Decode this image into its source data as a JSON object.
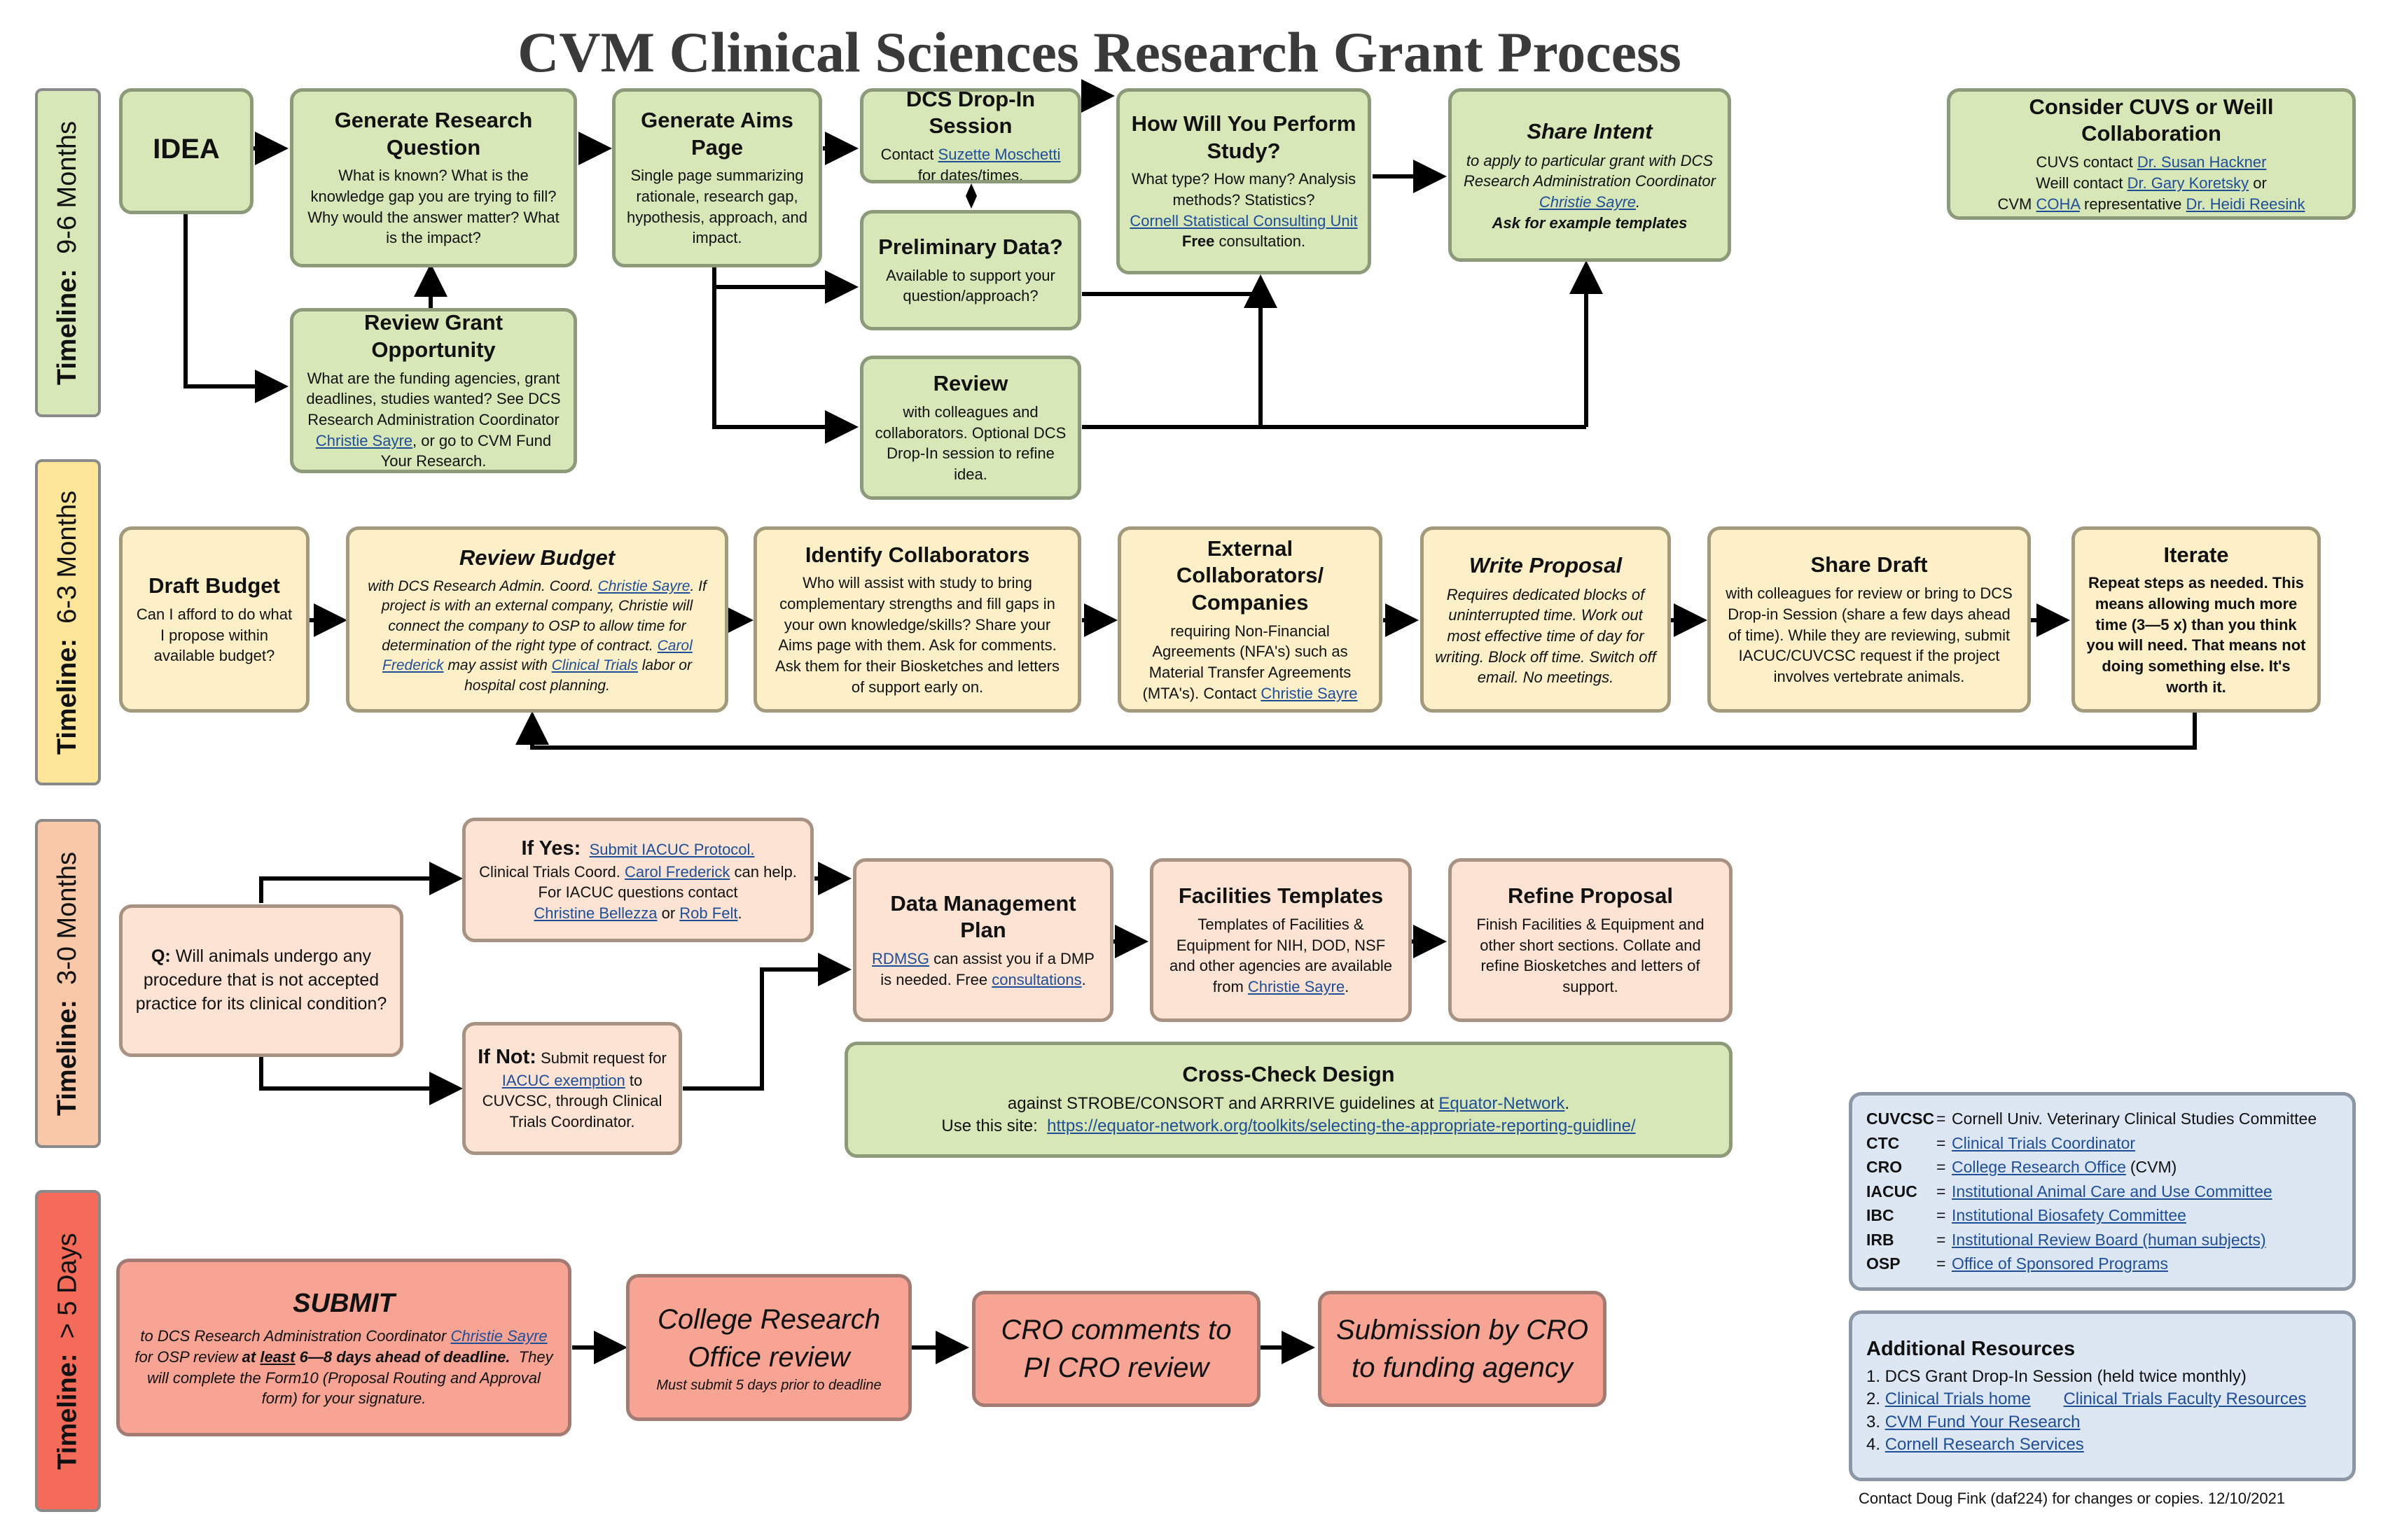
{
  "title": "CVM Clinical Sciences Research Grant Process",
  "timelines": [
    {
      "prefix": "Timeline:",
      "range": "9-6 Months",
      "color": "#d8e7b8"
    },
    {
      "prefix": "Timeline:",
      "range": "6-3 Months",
      "color": "#fde59a"
    },
    {
      "prefix": "Timeline:",
      "range": "3-0 Months",
      "color": "#f9c8a9"
    },
    {
      "prefix": "Timeline:",
      "range": "> 5 Days",
      "color": "#f56b5a"
    }
  ],
  "phase1": {
    "idea": "IDEA",
    "generate_question": {
      "title": "Generate Research Question",
      "body": "What is known?  What is the knowledge gap you are trying to fill?  Why would the answer matter?  What is the impact?"
    },
    "review_grant": {
      "title": "Review Grant Opportunity",
      "body1": "What are the funding agencies, grant deadlines, studies wanted?  See DCS Research Administration Coordinator",
      "link": "Christie Sayre",
      "body2": ", or go to CVM Fund Your Research."
    },
    "aims_page": {
      "title": "Generate Aims Page",
      "body": "Single page summarizing rationale, research gap, hypothesis, approach, and impact."
    },
    "drop_in": {
      "title": "DCS Drop-In Session",
      "pre": "Contact",
      "link": "Suzette Moschetti",
      "post": "for dates/times."
    },
    "preliminary": {
      "title": "Preliminary Data?",
      "body": "Available to support your question/approach?"
    },
    "review_colleagues": {
      "title": "Review",
      "body": "with colleagues and collaborators. Optional DCS Drop-In session to refine idea."
    },
    "perform_study": {
      "title": "How Will You Perform Study?",
      "body": "What type?  How many?  Analysis methods?  Statistics?",
      "link": "Cornell Statistical Consulting Unit",
      "free": "Free",
      "consult": "consultation."
    },
    "share_intent": {
      "title": "Share Intent",
      "body": "to apply to particular grant with DCS Research Administration Coordinator",
      "link": "Christie Sayre",
      "ask": "Ask for example templates"
    },
    "collab": {
      "title": "Consider CUVS or Weill Collaboration",
      "line1_pre": "CUVS contact",
      "line1_link": "Dr. Susan Hackner",
      "line2_pre": "Weill contact",
      "line2_link": "Dr. Gary Koretsky",
      "line2_post": "or",
      "line3_pre": "CVM",
      "line3_link1": "COHA",
      "line3_mid": "representative",
      "line3_link2": "Dr. Heidi Reesink"
    }
  },
  "phase2": {
    "draft_budget": {
      "title": "Draft Budget",
      "body": "Can I afford to do what I propose within available budget?"
    },
    "review_budget": {
      "title": "Review Budget",
      "b1": "with DCS Research Admin. Coord.",
      "link1": "Christie Sayre",
      "b2": "If project is with an external company, Christie will connect the company to OSP to allow time for determination of the right type of contract.",
      "link2": "Carol Frederick",
      "b3": "may assist with",
      "link3": "Clinical Trials",
      "b4": "labor or hospital cost planning."
    },
    "identify_collab": {
      "title": "Identify Collaborators",
      "body": "Who will assist with study to bring complementary strengths and fill gaps in your own knowledge/skills?  Share your Aims page with them.  Ask for comments.  Ask them for their Biosketches and letters of support early on."
    },
    "external_collab": {
      "title": "External Collaborators/ Companies",
      "body": "requiring Non-Financial Agreements (NFA's) such as Material Transfer Agreements (MTA's). Contact",
      "link": "Christie Sayre"
    },
    "write_proposal": {
      "title": "Write Proposal",
      "body": "Requires dedicated blocks of uninterrupted time.  Work out most effective time of day for writing.  Block off time.  Switch off email.  No meetings."
    },
    "share_draft": {
      "title": "Share Draft",
      "body": "with colleagues for review or bring to DCS Drop-in Session (share a few days ahead of time).  While they are reviewing, submit IACUC/CUVCSC request if the project involves vertebrate animals."
    },
    "iterate": {
      "title": "Iterate",
      "body": "Repeat steps as needed.  This means allowing much more time (3—5 x) than you think you will need.  That means not doing something  else.  It's worth it."
    }
  },
  "phase3": {
    "question": {
      "q": "Q:",
      "body": "Will animals undergo any procedure that is not accepted practice for its clinical condition?"
    },
    "if_yes": {
      "title": "If Yes:",
      "link1": "Submit IACUC Protocol.",
      "l2_pre": "Clinical Trials Coord.",
      "link2": "Carol Frederick",
      "l2_post": "can help.",
      "l3": "For IACUC questions contact",
      "link3": "Christine Bellezza",
      "or": "or",
      "link4": "Rob Felt",
      "dot": "."
    },
    "if_not": {
      "title": "If Not:",
      "b1": "Submit request for",
      "link": "IACUC exemption",
      "b2": "to CUVCSC, through Clinical Trials Coordinator."
    },
    "dmp": {
      "title": "Data Management Plan",
      "link1": "RDMSG",
      "b1": "can assist you if a DMP is needed.  Free",
      "link2": "consultations",
      "dot": "."
    },
    "facilities": {
      "title": "Facilities Templates",
      "body": "Templates of Facilities & Equipment for NIH, DOD, NSF and other agencies are available from",
      "link": "Christie Sayre",
      "dot": "."
    },
    "refine": {
      "title": "Refine Proposal",
      "body": "Finish Facilities & Equipment and other short sections.  Collate and refine Biosketches and letters of support."
    },
    "crosscheck": {
      "title": "Cross-Check Design",
      "l1": "against STROBE/CONSORT and ARRRIVE guidelines at",
      "link1": "Equator-Network",
      "dot": ".",
      "l2": "Use this site:",
      "link2": "https://equator-network.org/toolkits/selecting-the-appropriate-reporting-guidline/"
    }
  },
  "phase4": {
    "submit": {
      "title": "SUBMIT",
      "b1": "to DCS Research Administration Coordinator",
      "link": "Christie Sayre",
      "b2": "for OSP review",
      "b3": "at",
      "b4": "least",
      "b5": "6—8 days ahead of deadline.",
      "b6": "They will complete the Form10 (Proposal Routing and Approval form) for your signature."
    },
    "college_review": {
      "title": "College Research Office review",
      "note": "Must submit 5 days prior to deadline"
    },
    "cro_comments": {
      "title": "CRO comments to PI CRO review"
    },
    "submission": {
      "title": "Submission by CRO to funding agency"
    }
  },
  "legend": [
    {
      "abbr": "CUVCSC",
      "def": "Cornell Univ. Veterinary Clinical Studies Committee",
      "link": false
    },
    {
      "abbr": "CTC",
      "def": "Clinical Trials Coordinator",
      "link": true
    },
    {
      "abbr": "CRO",
      "def": "College Research Office",
      "suffix": "(CVM)",
      "link": true
    },
    {
      "abbr": "IACUC",
      "def": "Institutional Animal Care and Use Committee",
      "link": true
    },
    {
      "abbr": "IBC",
      "def": "Institutional Biosafety Committee",
      "link": true
    },
    {
      "abbr": "IRB",
      "def": "Institutional Review Board (human subjects)",
      "link": true
    },
    {
      "abbr": "OSP",
      "def": "Office of Sponsored Programs",
      "link": true
    }
  ],
  "resources": {
    "title": "Additional Resources",
    "r1": "1. DCS Grant Drop-In Session (held twice monthly)",
    "r2_num": "2.",
    "r2_link1": "Clinical Trials home",
    "r2_link2": "Clinical Trials Faculty Resources",
    "r3_num": "3.",
    "r3_link": "CVM Fund Your Research",
    "r4_num": "4.",
    "r4_link": "Cornell Research Services"
  },
  "footer": "Contact Doug Fink (daf224) for changes or copies.  12/10/2021",
  "colors": {
    "green": "#d8e7b8",
    "yellow": "#fdf0c8",
    "peach": "#fce3d3",
    "salmon": "#f7a494",
    "blue": "#dde7f4",
    "link": "#1f4e99"
  }
}
